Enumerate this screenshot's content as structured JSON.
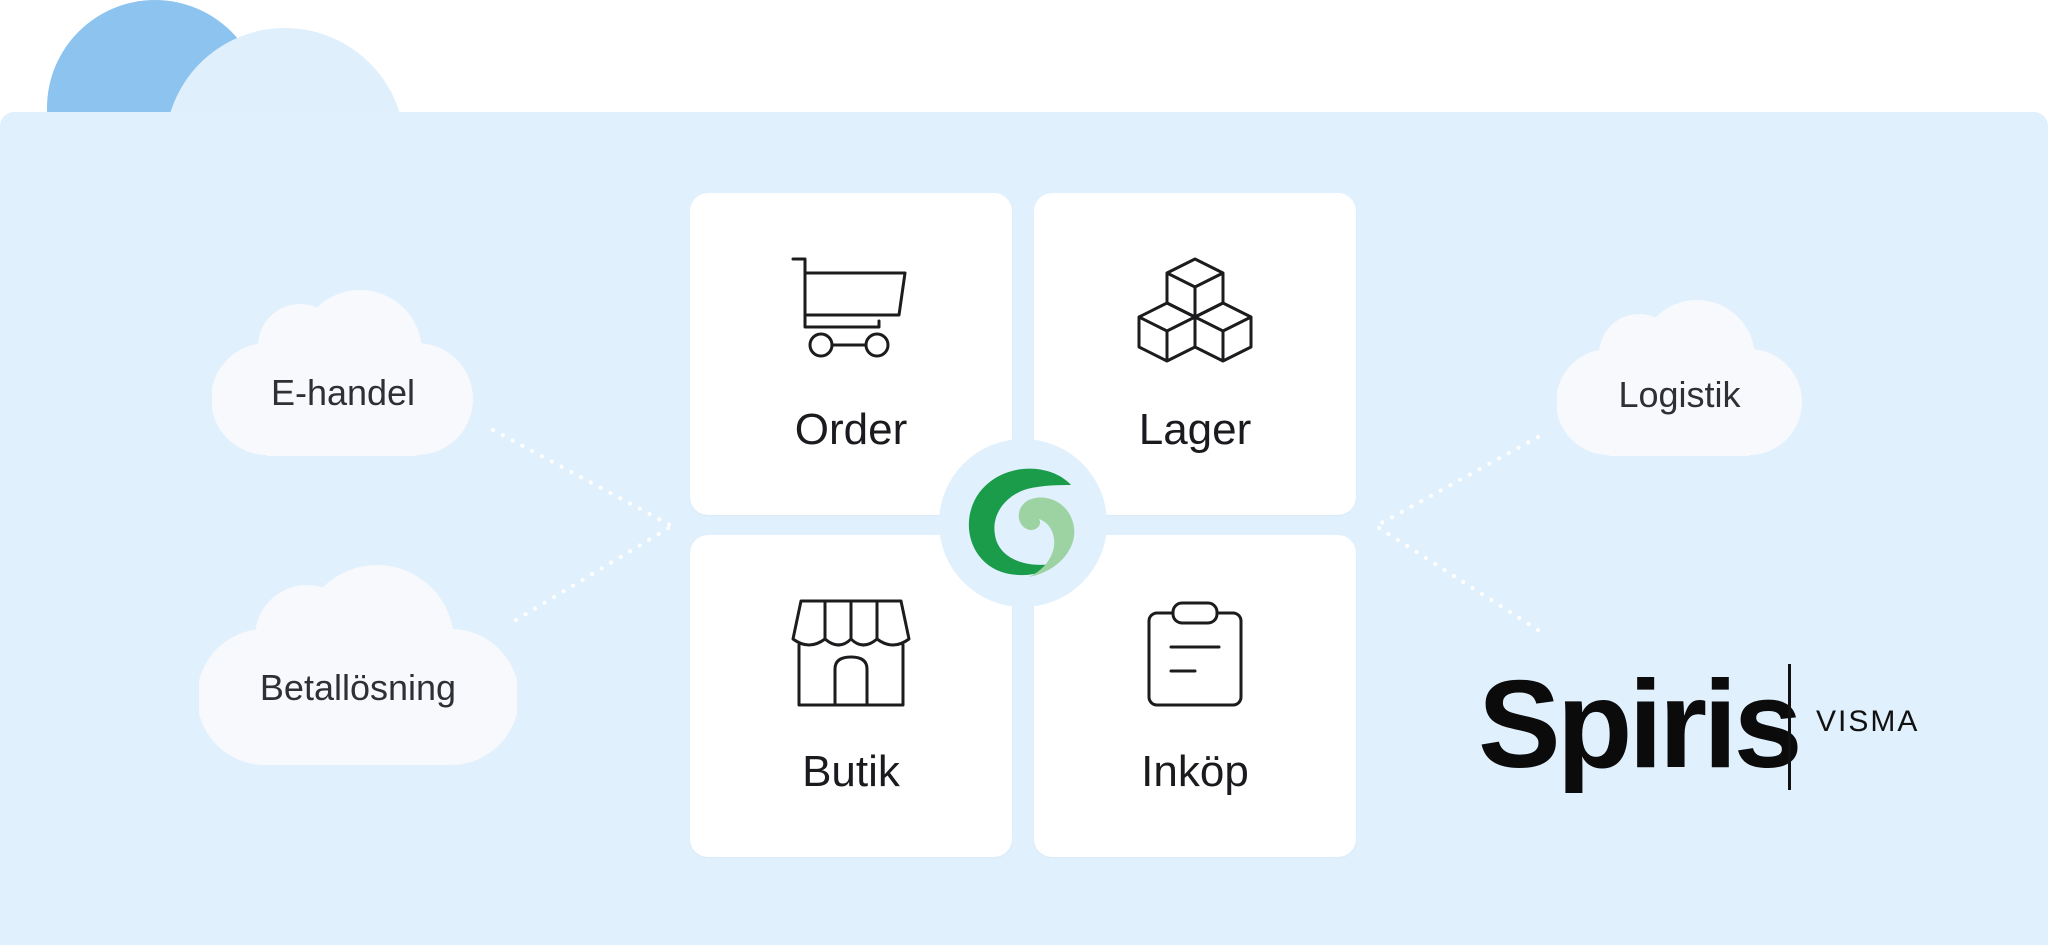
{
  "modules": [
    {
      "label": "Order",
      "icon": "shopping-cart-icon"
    },
    {
      "label": "Lager",
      "icon": "stacked-boxes-icon"
    },
    {
      "label": "Butik",
      "icon": "storefront-icon"
    },
    {
      "label": "Inköp",
      "icon": "clipboard-icon"
    }
  ],
  "integrations": {
    "left": [
      {
        "label": "E-handel",
        "icon": "cloud-icon"
      },
      {
        "label": "Betallösning",
        "icon": "cloud-icon"
      }
    ],
    "right": [
      {
        "label": "Logistik",
        "icon": "cloud-icon"
      }
    ]
  },
  "hub": {
    "icon": "swirl-logo-icon"
  },
  "brand": {
    "name": "Spiris",
    "sub": "VISMA"
  },
  "colors": {
    "panel": "#e0f0fc",
    "card": "#ffffff",
    "cloud": "#f8f9fc",
    "deco_cloud_dark": "#8cc3ef",
    "deco_cloud_light": "#dff0fc",
    "logo_green_dark": "#1a9c4a",
    "logo_green_light": "#9dd3a3",
    "text": "#1b1b1f"
  }
}
